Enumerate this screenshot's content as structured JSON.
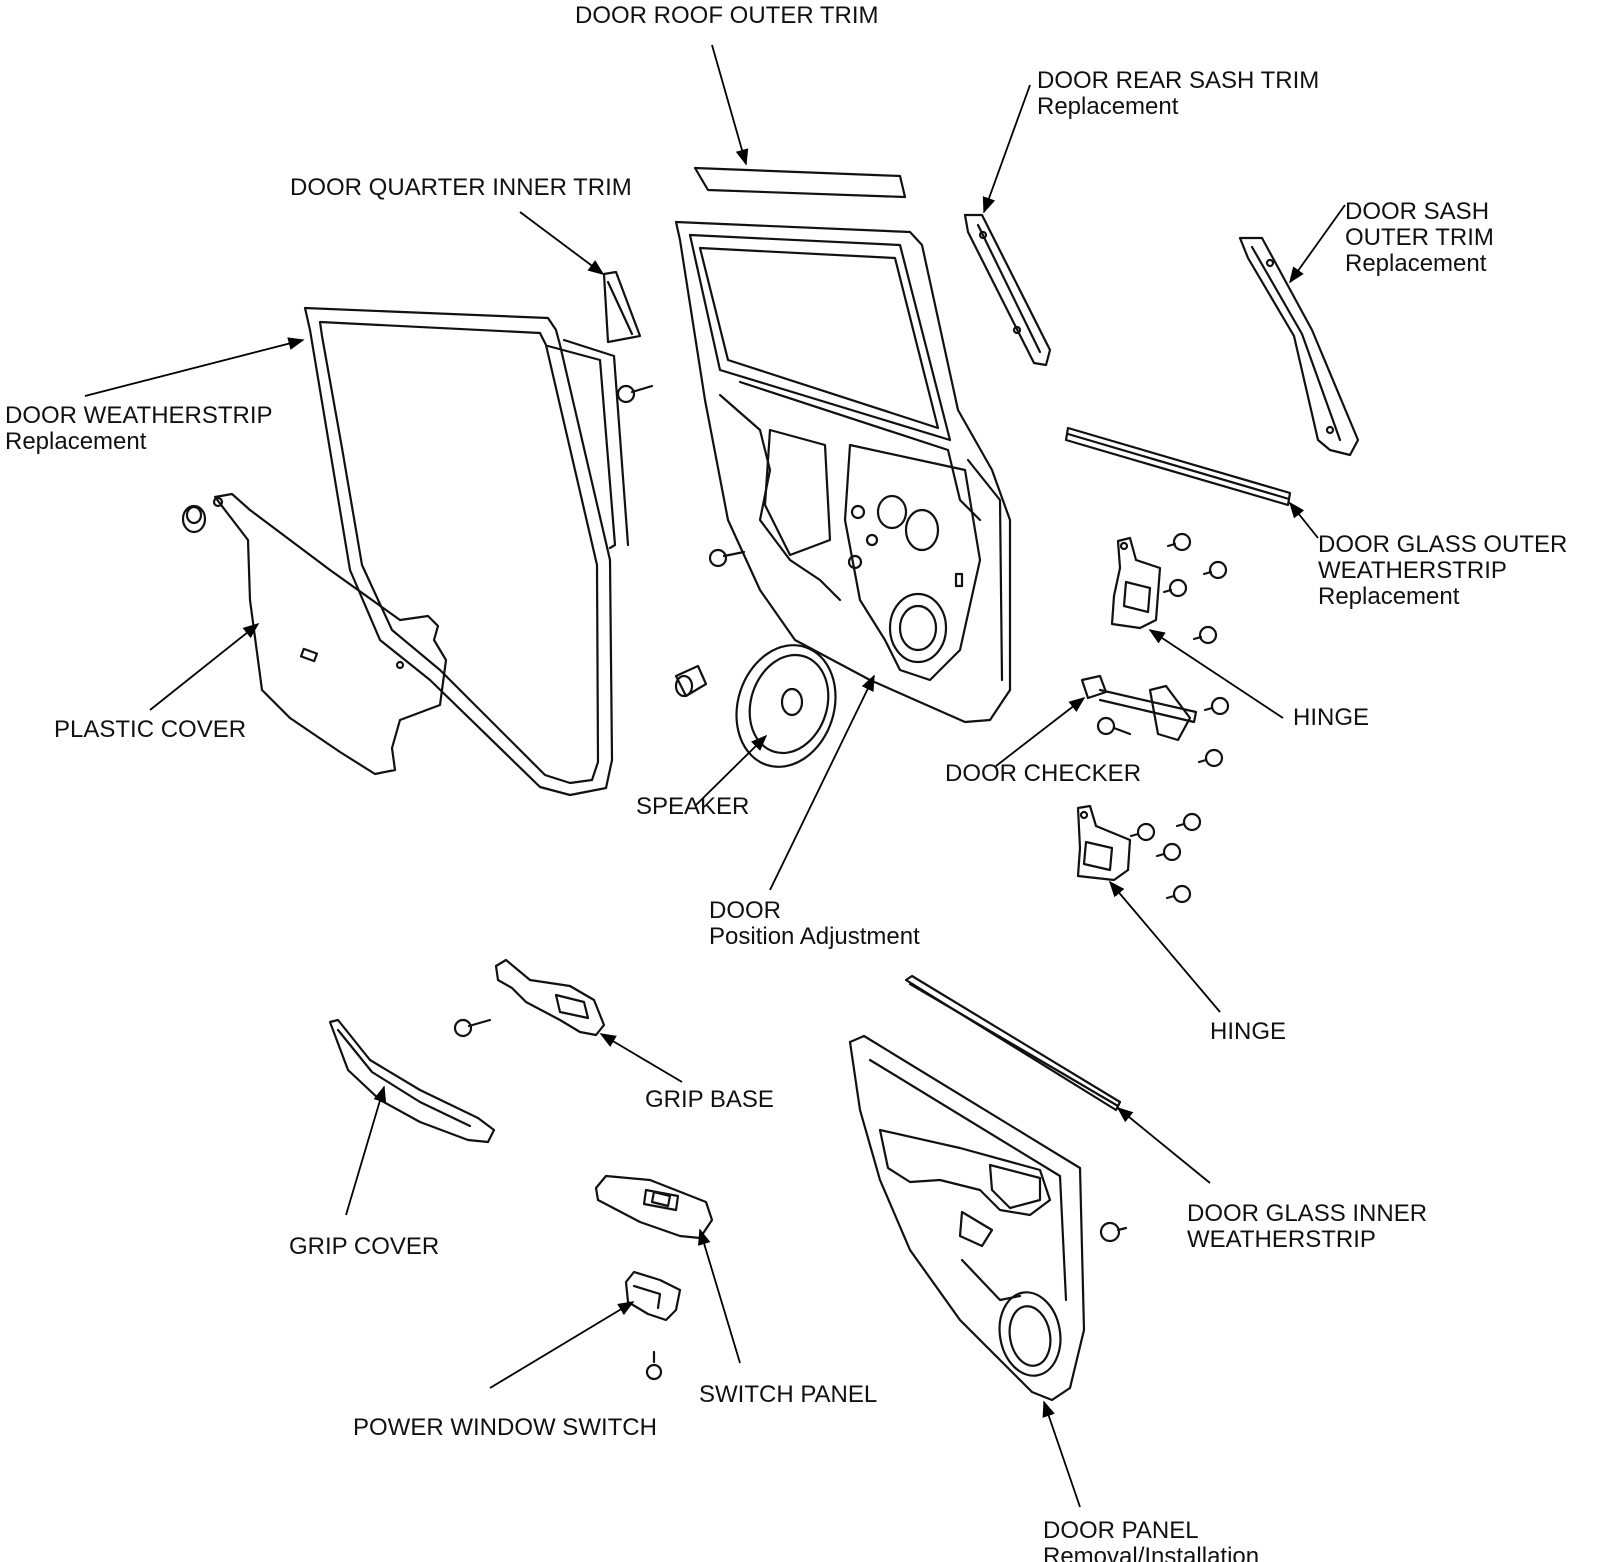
{
  "labels": {
    "door_roof_outer_trim": {
      "name": "DOOR ROOF OUTER TRIM"
    },
    "door_rear_sash_trim": {
      "name": "DOOR REAR SASH TRIM",
      "note": "Replacement"
    },
    "door_quarter_inner_trim": {
      "name": "DOOR QUARTER INNER TRIM"
    },
    "door_sash_outer_trim": {
      "name_line1": "DOOR SASH",
      "name_line2": "OUTER TRIM",
      "note": "Replacement"
    },
    "door_weatherstrip": {
      "name": "DOOR WEATHERSTRIP",
      "note": "Replacement"
    },
    "door_glass_outer_weatherstrip": {
      "name_line1": "DOOR GLASS OUTER",
      "name_line2": "WEATHERSTRIP",
      "note": "Replacement"
    },
    "plastic_cover": {
      "name": "PLASTIC COVER"
    },
    "hinge_upper": {
      "name": "HINGE"
    },
    "door_checker": {
      "name": "DOOR CHECKER"
    },
    "speaker": {
      "name": "SPEAKER"
    },
    "door": {
      "name": "DOOR",
      "note": "Position Adjustment"
    },
    "hinge_lower": {
      "name": "HINGE"
    },
    "grip_base": {
      "name": "GRIP BASE"
    },
    "grip_cover": {
      "name": "GRIP COVER"
    },
    "door_glass_inner_weatherstrip": {
      "name_line1": "DOOR GLASS INNER",
      "name_line2": "WEATHERSTRIP"
    },
    "switch_panel": {
      "name": "SWITCH PANEL"
    },
    "power_window_switch": {
      "name": "POWER WINDOW SWITCH"
    },
    "door_panel": {
      "name": "DOOR PANEL",
      "note": "Removal/Installation"
    }
  }
}
